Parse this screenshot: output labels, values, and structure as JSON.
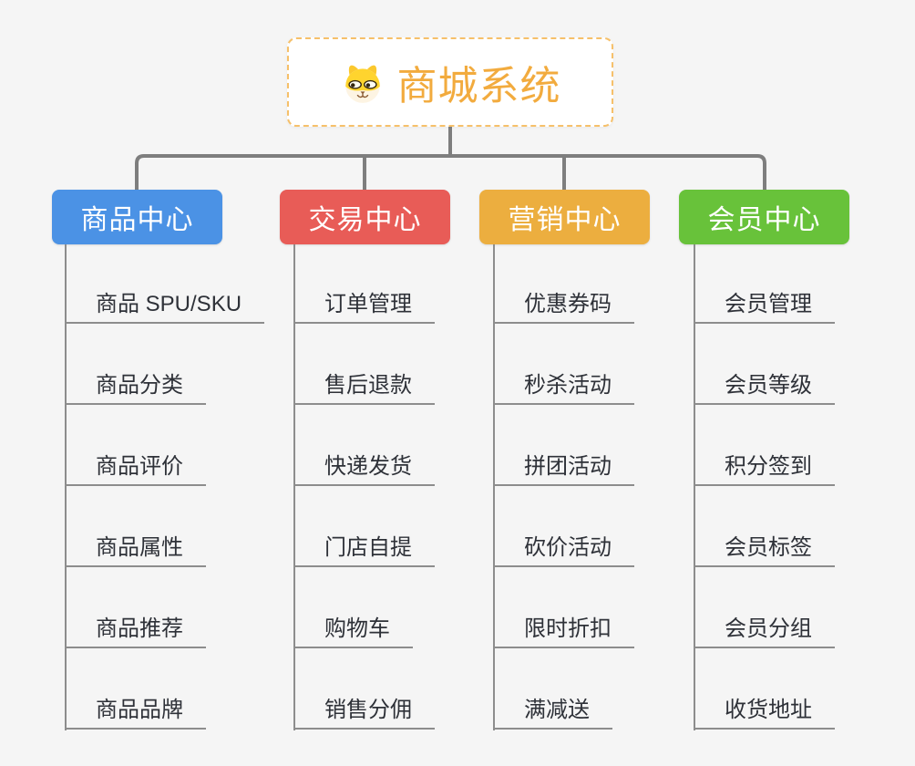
{
  "page": {
    "background_color": "#f5f5f5",
    "connector_color": "#7e7e7e",
    "leaf_line_color": "#8d8d8d",
    "leaf_text_color": "#2e3138"
  },
  "root": {
    "title": "商城系统",
    "icon": "dog-face-icon",
    "title_color": "#f2ab3e",
    "border_color": "#f6c06a"
  },
  "branches": [
    {
      "label": "商品中心",
      "color": "#4b92e5",
      "items": [
        "商品 SPU/SKU",
        "商品分类",
        "商品评价",
        "商品属性",
        "商品推荐",
        "商品品牌"
      ]
    },
    {
      "label": "交易中心",
      "color": "#e85c57",
      "items": [
        "订单管理",
        "售后退款",
        "快递发货",
        "门店自提",
        "购物车",
        "销售分佣"
      ]
    },
    {
      "label": "营销中心",
      "color": "#ecae3f",
      "items": [
        "优惠券码",
        "秒杀活动",
        "拼团活动",
        "砍价活动",
        "限时折扣",
        "满减送"
      ]
    },
    {
      "label": "会员中心",
      "color": "#68c23a",
      "items": [
        "会员管理",
        "会员等级",
        "积分签到",
        "会员标签",
        "会员分组",
        "收货地址"
      ]
    }
  ]
}
